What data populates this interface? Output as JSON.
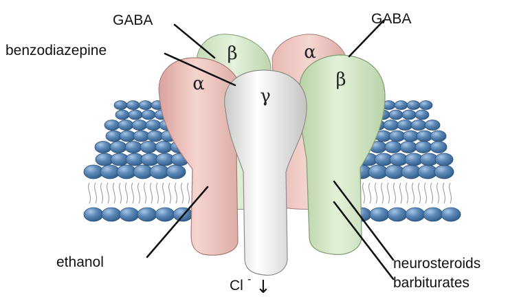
{
  "labels": {
    "gaba_left": "GABA",
    "gaba_right": "GABA",
    "benzodiazepine": "benzodiazepine",
    "ethanol": "ethanol",
    "neurosteroids": "neurosteroids",
    "barbiturates": "barbiturates",
    "chloride": "Cl",
    "chloride_charge": "-",
    "chloride_arrow": "↓"
  },
  "subunits": {
    "back_beta": "β",
    "back_alpha": "α",
    "front_alpha": "α",
    "front_gamma": "γ",
    "front_beta": "β"
  },
  "colors": {
    "alpha": "#eec4bf",
    "beta": "#d3e8c6",
    "gamma": "#f2f2f0",
    "lipid_head": "#4f7fb0",
    "lipid_tail": "#9a9a9a",
    "label": "#111111"
  }
}
